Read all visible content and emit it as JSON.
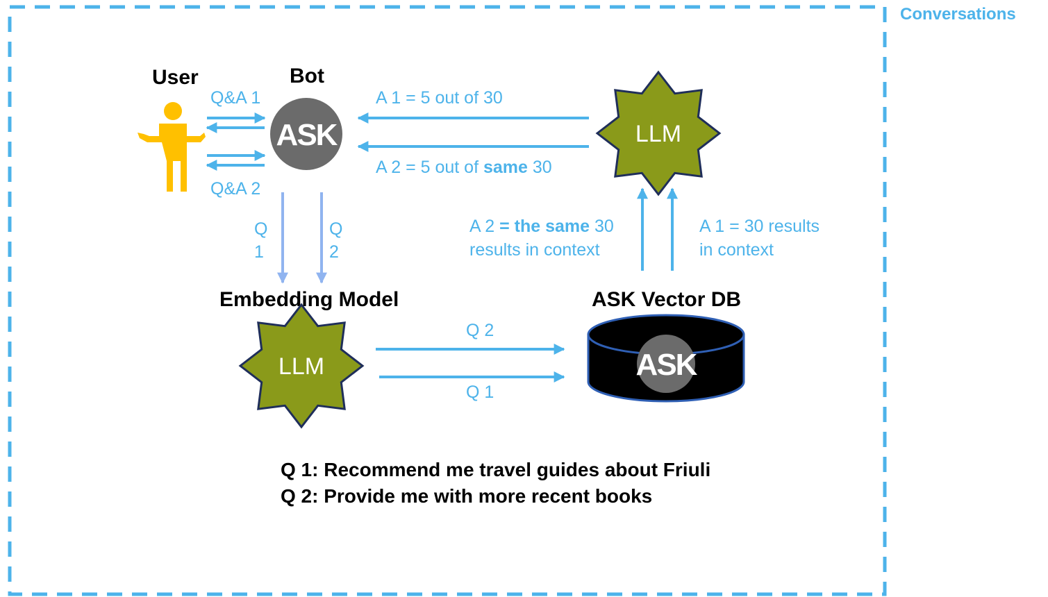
{
  "frame": {
    "title": "Conversations"
  },
  "nodes": {
    "user": "User",
    "bot": "Bot",
    "bot_logo": "ASK",
    "llm_top": "LLM",
    "embedding_model": "Embedding Model",
    "llm_bottom": "LLM",
    "vector_db": "ASK Vector DB",
    "vector_db_logo": "ASK"
  },
  "edges": {
    "qa1": "Q&A 1",
    "qa2": "Q&A 2",
    "a1_to_bot": "A 1 = 5 out of 30",
    "a2_to_bot_pre": "A 2 = 5 out of ",
    "a2_to_bot_bold": "same",
    "a2_to_bot_post": " 30",
    "q1_down_a": "Q",
    "q1_down_b": "1",
    "q2_down_a": "Q",
    "q2_down_b": "2",
    "a2_up_line1_pre": "A 2 ",
    "a2_up_line1_bold": "= the same",
    "a2_up_line1_post": " 30",
    "a2_up_line2": "results in context",
    "a1_up_line1": "A 1 = 30 results",
    "a1_up_line2": "in context",
    "q2_right": "Q 2",
    "q1_right": "Q 1"
  },
  "questions": [
    "Q 1: Recommend me travel guides about Friuli",
    "Q 2: Provide me with more recent books"
  ],
  "colors": {
    "frame": "#4DB3EA",
    "arrow": "#4DB3EA",
    "arrow_down": "#90B4F0",
    "user_icon": "#FFC000",
    "bot_circle": "#6B6B6B",
    "llm_fill": "#8A9A1A",
    "llm_stroke": "#1F2E5A",
    "db_fill": "#000000",
    "db_stroke": "#2F5FB4"
  }
}
